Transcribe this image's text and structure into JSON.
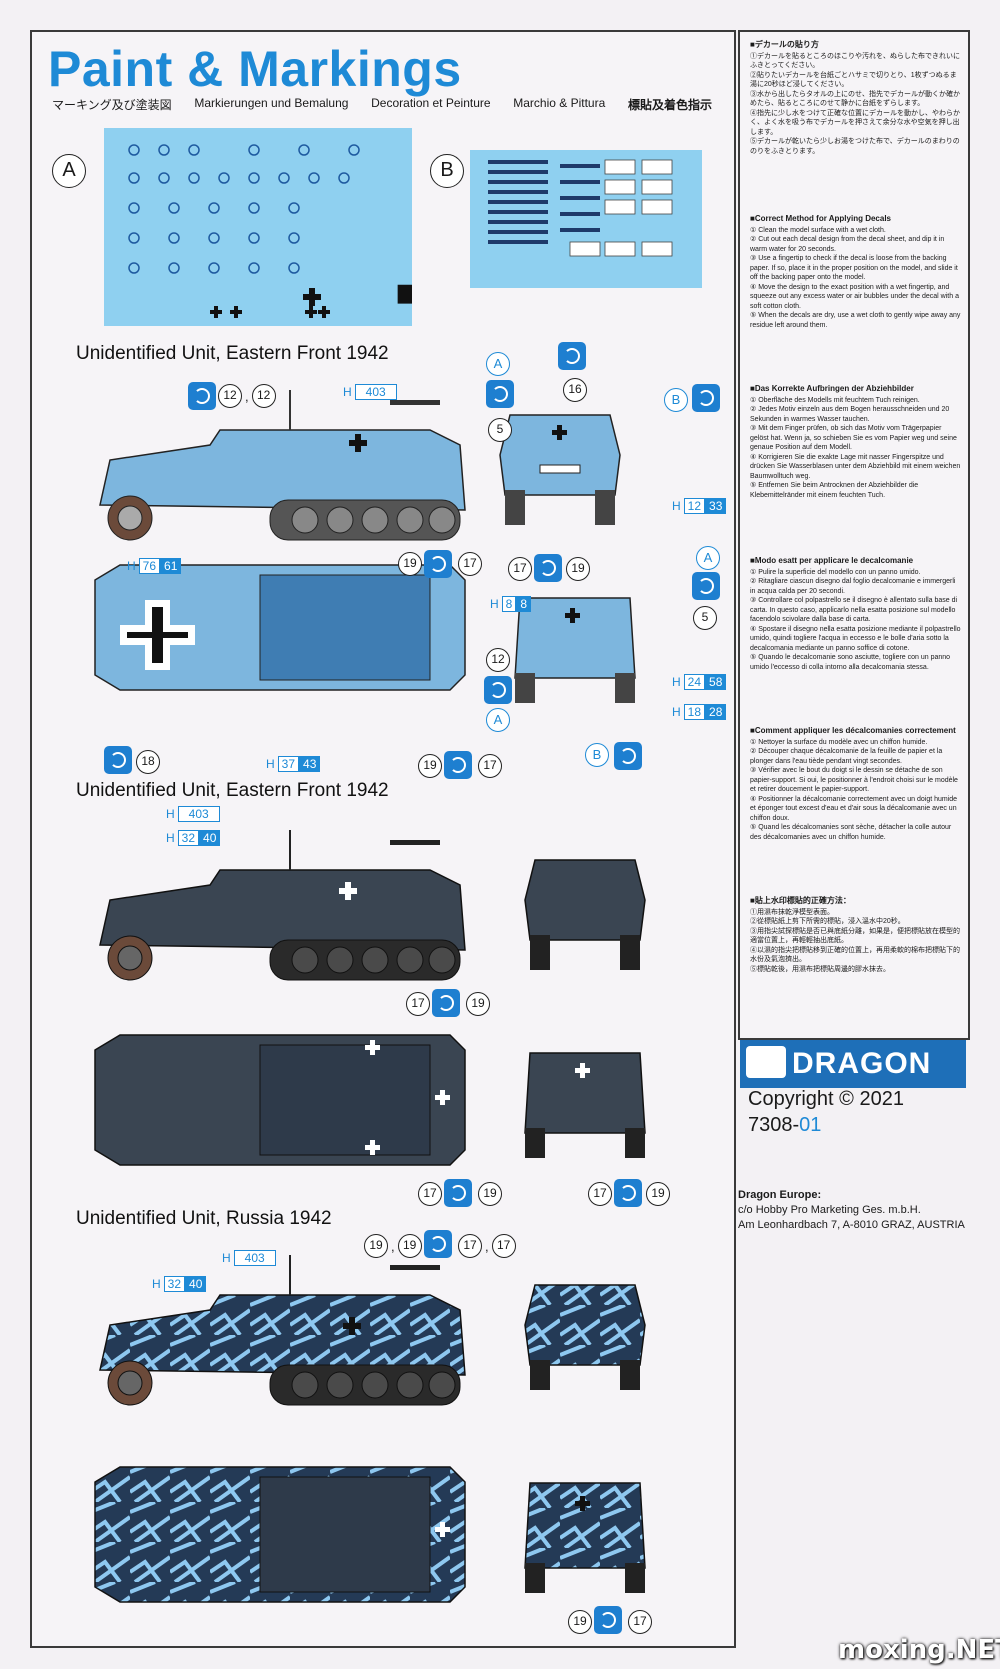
{
  "header": {
    "title": "Paint & Markings",
    "languages": [
      "マーキング及び塗装図",
      "Markierungen und Bemalung",
      "Decoration et Peinture",
      "Marchio & Pittura",
      "標貼及着色指示"
    ]
  },
  "decal_sheets": {
    "a_label": "A",
    "b_label": "B"
  },
  "units": [
    {
      "title": "Unidentified Unit, Eastern Front 1942"
    },
    {
      "title": "Unidentified Unit, Eastern Front 1942"
    },
    {
      "title": "Unidentified Unit, Russia 1942"
    }
  ],
  "callouts": {
    "c1": "12",
    "c1b": "12",
    "c16": "16",
    "c5a": "5",
    "c19a": "19",
    "c17a": "17",
    "c17b": "17",
    "c19b": "19",
    "c12b": "12",
    "c5b": "5",
    "c18": "18",
    "c19c": "19",
    "c17c": "17",
    "c17d": "17",
    "c19d": "19",
    "c17e": "17",
    "c19e": "19",
    "c17f": "17",
    "c19f": "19",
    "c19g": "19",
    "c19h": "19",
    "c17g": "17",
    "c17h": "17",
    "c19i": "19",
    "c17i": "17",
    "labelA": "A",
    "labelB": "B",
    "labelA2": "A",
    "labelA3": "A",
    "labelB2": "B"
  },
  "paint_codes": {
    "p403a": {
      "h": "H",
      "a": "403"
    },
    "p7661": {
      "h": "H",
      "a": "76",
      "b": "61"
    },
    "p1233": {
      "h": "H",
      "a": "12",
      "b": "33"
    },
    "p88": {
      "h": "H",
      "a": "8",
      "b": "8"
    },
    "p2458": {
      "h": "H",
      "a": "24",
      "b": "58"
    },
    "p1828": {
      "h": "H",
      "a": "18",
      "b": "28"
    },
    "p3743": {
      "h": "H",
      "a": "37",
      "b": "43"
    },
    "p403b": {
      "h": "H",
      "a": "403"
    },
    "p3240a": {
      "h": "H",
      "a": "32",
      "b": "40"
    },
    "p403c": {
      "h": "H",
      "a": "403"
    },
    "p3240b": {
      "h": "H",
      "a": "32",
      "b": "40"
    }
  },
  "instructions": [
    {
      "heading": "■デカールの貼り方",
      "lines": [
        "①デカールを貼るところのほこりや汚れを、ぬらした布できれいにふきとってください。",
        "②貼りたいデカールを台紙ごとハサミで切りとり、1枚ずつぬるま湯に20秒ほど浸してください。",
        "③水から出したらタオルの上にのせ、指先でデカールが動くか確かめたら、貼るところにのせて静かに台紙をずらします。",
        "④指先に少し水をつけて正確な位置にデカールを動かし、やわらかく、よく水を吸う布でデカールを押さえて余分な水や空気を押し出します。",
        "⑤デカールが乾いたら少しお湯をつけた布で、デカールのまわりののりをふきとります。"
      ]
    },
    {
      "heading": "■Correct Method for Applying Decals",
      "lines": [
        "① Clean the model surface with a wet cloth.",
        "② Cut out each decal design from the decal sheet, and dip it in warm water for 20 seconds.",
        "③ Use a fingertip to check if the decal is loose from the backing paper. If so, place it in the proper position on the model, and slide it off the backing paper onto the model.",
        "④ Move the design to the exact position with a wet fingertip, and squeeze out any excess water or air bubbles under the decal with a soft cotton cloth.",
        "⑤ When the decals are dry, use a wet cloth to gently wipe away any residue left around them."
      ]
    },
    {
      "heading": "■Das Korrekte Aufbringen der Abziehbilder",
      "lines": [
        "① Oberfläche des Modells mit feuchtem Tuch reinigen.",
        "② Jedes Motiv einzeln aus dem Bogen herausschneiden und 20 Sekunden in warmes Wasser tauchen.",
        "③ Mit dem Finger prüfen, ob sich das Motiv vom Trägerpapier gelöst hat. Wenn ja, so schieben Sie es vom Papier weg und seine genaue Position auf dem Modell.",
        "④ Korrigieren Sie die exakte Lage mit nasser Fingerspitze und drücken Sie Wasserblasen unter dem Abziehbild mit einem weichen Baumwolltuch weg.",
        "⑤ Entfernen Sie beim Antrocknen der Abziehbilder die Klebemittelränder mit einem feuchten Tuch."
      ]
    },
    {
      "heading": "■Modo esatt per applicare le decalcomanie",
      "lines": [
        "① Pulire la superficie del modello con un panno umido.",
        "② Ritagliare ciascun disegno dal foglio decalcomanie e immergerli in acqua calda per 20 secondi.",
        "③ Controllare col polpastrello se il disegno è allentato sulla base di carta. In questo caso, applicarlo nella esatta posizione sul modello facendolo scivolare dalla base di carta.",
        "④ Spostare il disegno nella esatta posizione mediante il polpastrello umido, quindi togliere l'acqua in eccesso e le bolle d'aria sotto la decalcomania mediante un panno soffice di cotone.",
        "⑤ Quando le decalcomanie sono asciutte, togliere con un panno umido l'eccesso di colla intorno alla decalcomania stessa."
      ]
    },
    {
      "heading": "■Comment appliquer les décalcomanies correctement",
      "lines": [
        "① Nettoyer la surface du modèle avec un chiffon humide.",
        "② Découper chaque décalcomanie de la feuille de papier et la plonger dans l'eau tiède pendant vingt secondes.",
        "③ Vérifier avec le bout du doigt si le dessin se détache de son papier-support. Si oui, le positionner à l'endroit choisi sur le modèle et retirer doucement le papier-support.",
        "④ Positionner la décalcomanie correctement avec un doigt humide et éponger tout excest d'eau et d'air sous la décalcomanie avec un chiffon doux.",
        "⑤ Quand les décalcomanies sont sèche, détacher la colle autour des décalcomanies avec un chiffon humide."
      ]
    },
    {
      "heading": "■貼上水印標貼的正確方法：",
      "lines": [
        "①用濕布抹乾淨模型表面。",
        "②從標貼紙上剪下所需的標貼，浸入溫水中20秒。",
        "③用指尖試探標貼是否已與底紙分離，如果是，便把標貼放在模型的適當位置上，再輕輕抽出底紙。",
        "④以濕的指尖把標貼移到正確的位置上，再用柔軟的棉布把標貼下的水份及氣泡擠出。",
        "⑤標貼乾後，用濕布把標貼周邊的膠水抹去。"
      ]
    }
  ],
  "brand": {
    "logo_text": "DRAGON",
    "copyright": "Copyright © 2021",
    "code_main": "7308-",
    "code_suffix": "01"
  },
  "europe": {
    "heading": "Dragon Europe:",
    "line1": "c/o Hobby Pro Marketing Ges. m.b.H.",
    "line2": "Am Leonhardbach 7, A-8010 GRAZ, AUSTRIA"
  },
  "watermark": "moxing.NET",
  "colors": {
    "accent": "#1e8ad6",
    "blue_grey": "#7db6de",
    "panzer_grey": "#3a4552",
    "decal_sheet": "#8fd0f0"
  }
}
